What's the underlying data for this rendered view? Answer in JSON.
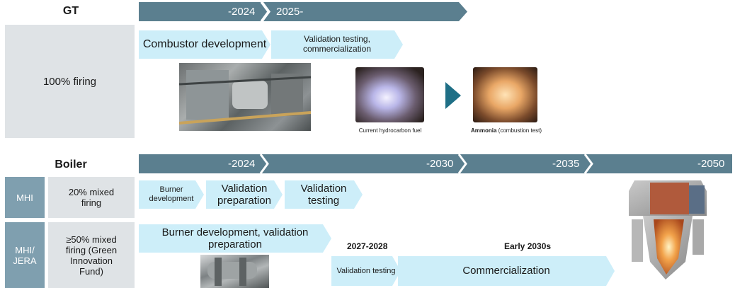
{
  "gt": {
    "title": "GT",
    "timeline": [
      "-2024",
      "2025-"
    ],
    "row_label": "100% firing",
    "steps": [
      "Combustor development",
      "Validation testing, commercialization"
    ],
    "captions": {
      "current": "Current hydrocarbon fuel",
      "ammonia_bold": "Ammonia",
      "ammonia_rest": " (combustion test)"
    }
  },
  "boiler": {
    "title": "Boiler",
    "timeline": [
      "-2024",
      "-2030",
      "-2035",
      "-2050"
    ],
    "rows": [
      {
        "org": "MHI",
        "desc": "20% mixed firing",
        "steps": [
          "Burner development",
          "Validation preparation",
          "Validation testing"
        ]
      },
      {
        "org": "MHI/ JERA",
        "desc": "≥50% mixed firing (Green Innovation Fund)",
        "steps": [
          "Burner development, validation preparation",
          "Validation testing",
          "Commercialization"
        ],
        "years": [
          "2027-2028",
          "Early 2030s"
        ]
      }
    ]
  },
  "colors": {
    "timeline": "#5b7f8f",
    "step": "#cdeef9",
    "label_bg": "#dfe3e6",
    "org_bg": "#7f9faf",
    "arrow": "#1f6f86"
  }
}
